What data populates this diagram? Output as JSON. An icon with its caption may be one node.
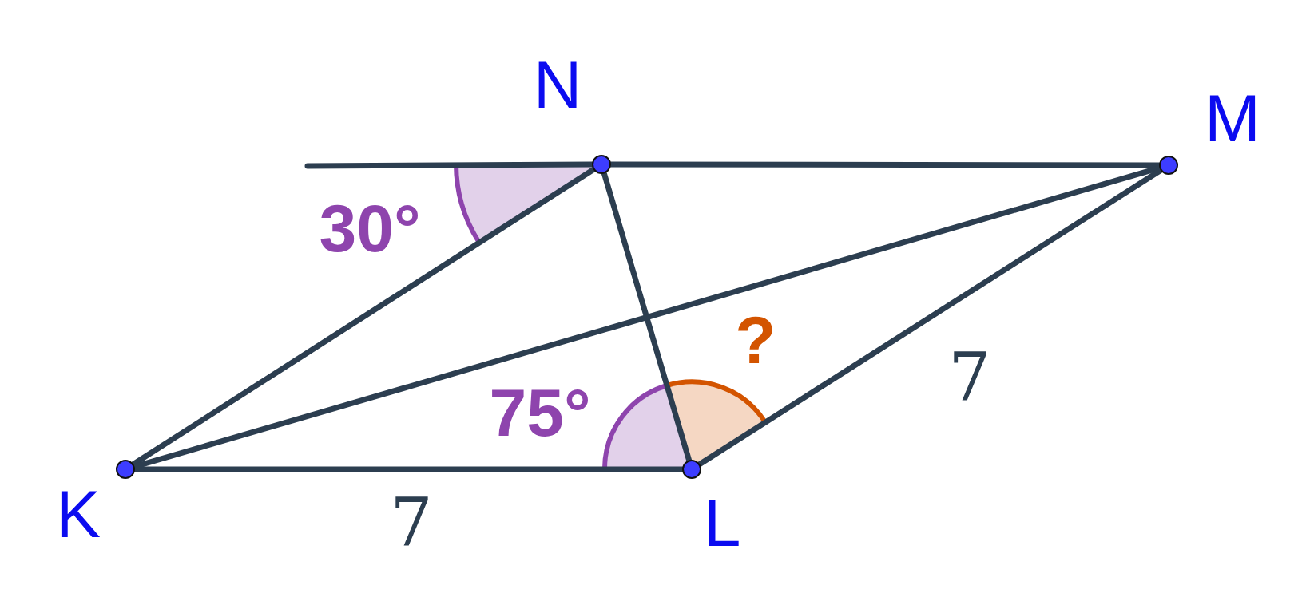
{
  "diagram": {
    "nodes": [
      {
        "text": [
          "N"
        ]
      },
      {
        "text": [
          "M"
        ]
      },
      {
        "text": [
          "K"
        ]
      },
      {
        "text": [
          "L"
        ]
      }
    ],
    "edges": [
      {
        "from": null,
        "to": 0,
        "arrow": "none"
      },
      {
        "from": 0,
        "to": 1,
        "arrow": "none"
      },
      {
        "from": 0,
        "to": 2,
        "arrow": "none"
      },
      {
        "from": 0,
        "to": 3,
        "arrow": "none"
      },
      {
        "from": 2,
        "to": 1,
        "arrow": "none"
      },
      {
        "from": 3,
        "to": 1,
        "arrow": "none"
      },
      {
        "from": 2,
        "to": 3,
        "arrow": "none"
      }
    ],
    "labels": [
      "30°",
      "75°",
      "?",
      "7",
      "7"
    ]
  }
}
